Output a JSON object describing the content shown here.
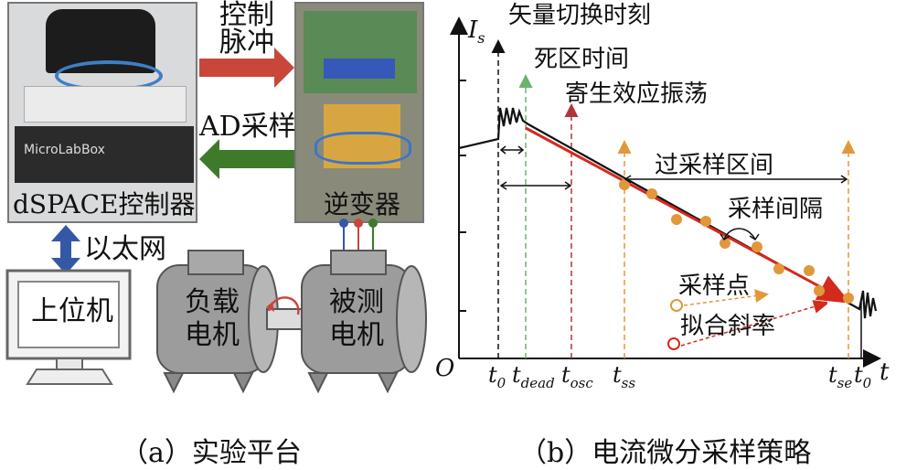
{
  "panel_a": {
    "dspace_label": "dSPACE控制器",
    "dspace_brand": "MicroLabBox",
    "control_pulse_label_1": "控制",
    "control_pulse_label_2": "脉冲",
    "ad_label": "AD采样",
    "inverter_label": "逆变器",
    "ethernet_label": "以太网",
    "host_label": "上位机",
    "load_motor_1": "负载",
    "load_motor_2": "电机",
    "test_motor_1": "被测",
    "test_motor_2": "电机",
    "caption": "（a）实验平台",
    "colors": {
      "control_arrow": "#c8473a",
      "ad_arrow": "#3f7a2b",
      "ethernet_arrow": "#3558a6"
    }
  },
  "panel_b": {
    "y_axis_label": "I",
    "y_axis_sub": "s",
    "origin": "O",
    "t_axis_label": "t",
    "ann_vector_switch": "矢量切换时刻",
    "ann_dead_time": "死区时间",
    "ann_parasitic": "寄生效应振荡",
    "ann_oversampling": "过采样区间",
    "ann_sample_interval": "采样间隔",
    "ann_sample_point": "采样点",
    "ann_fit_slope": "拟合斜率",
    "ticks": [
      {
        "main": "t",
        "sub": "0"
      },
      {
        "main": "t",
        "sub": "dead"
      },
      {
        "main": "t",
        "sub": "osc"
      },
      {
        "main": "t",
        "sub": "ss"
      },
      {
        "main": "t",
        "sub": "se"
      },
      {
        "main": "t",
        "sub": "0"
      }
    ],
    "caption": "（b）电流微分采样策略",
    "colors": {
      "fit_line": "#d42a1e",
      "sample": "#e0983a",
      "dead_line": "#6bb36a",
      "osc_line": "#b0353a",
      "ss_line": "#e0983a"
    }
  }
}
